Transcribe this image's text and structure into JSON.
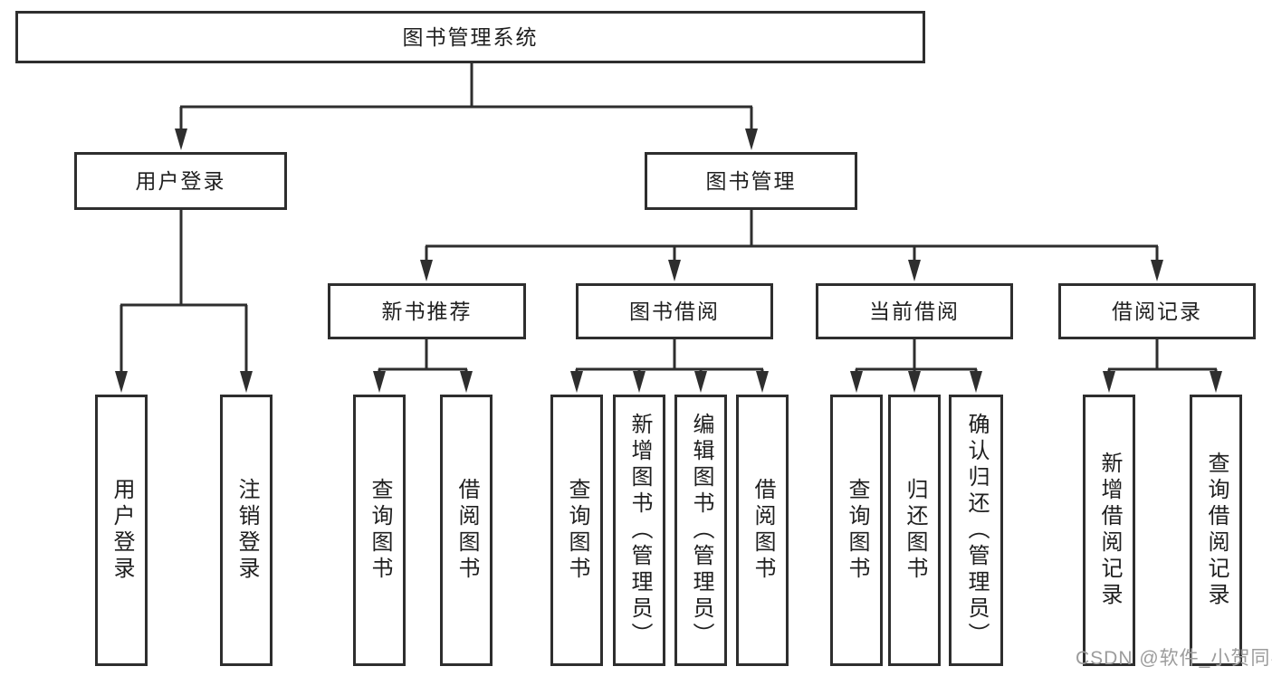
{
  "diagram": {
    "tree": {
      "root": {
        "label": "图书管理系统"
      },
      "user_login": {
        "label": "用户登录",
        "children": [
          "用户登录",
          "注销登录"
        ]
      },
      "book_mgmt": {
        "label": "图书管理",
        "sections": {
          "new_book_rec": {
            "label": "新书推荐",
            "children": [
              "查询图书",
              "借阅图书"
            ]
          },
          "book_borrow": {
            "label": "图书借阅",
            "children": [
              "查询图书",
              "新增图书（管理员）",
              "编辑图书（管理员）",
              "借阅图书"
            ]
          },
          "current_borrow": {
            "label": "当前借阅",
            "children": [
              "查询图书",
              "归还图书",
              "确认归还（管理员）"
            ]
          },
          "borrow_record": {
            "label": "借阅记录",
            "children": [
              "新增借阅记录",
              "查询借阅记录"
            ]
          }
        }
      }
    },
    "colors": {
      "line": "#2e2e2e",
      "box_border": "#2e2e2e",
      "text": "#1f1f1f",
      "background": "#ffffff",
      "watermark": "#9c9c9c"
    }
  },
  "watermark": {
    "text": "CSDN @软件_小贺同学"
  }
}
